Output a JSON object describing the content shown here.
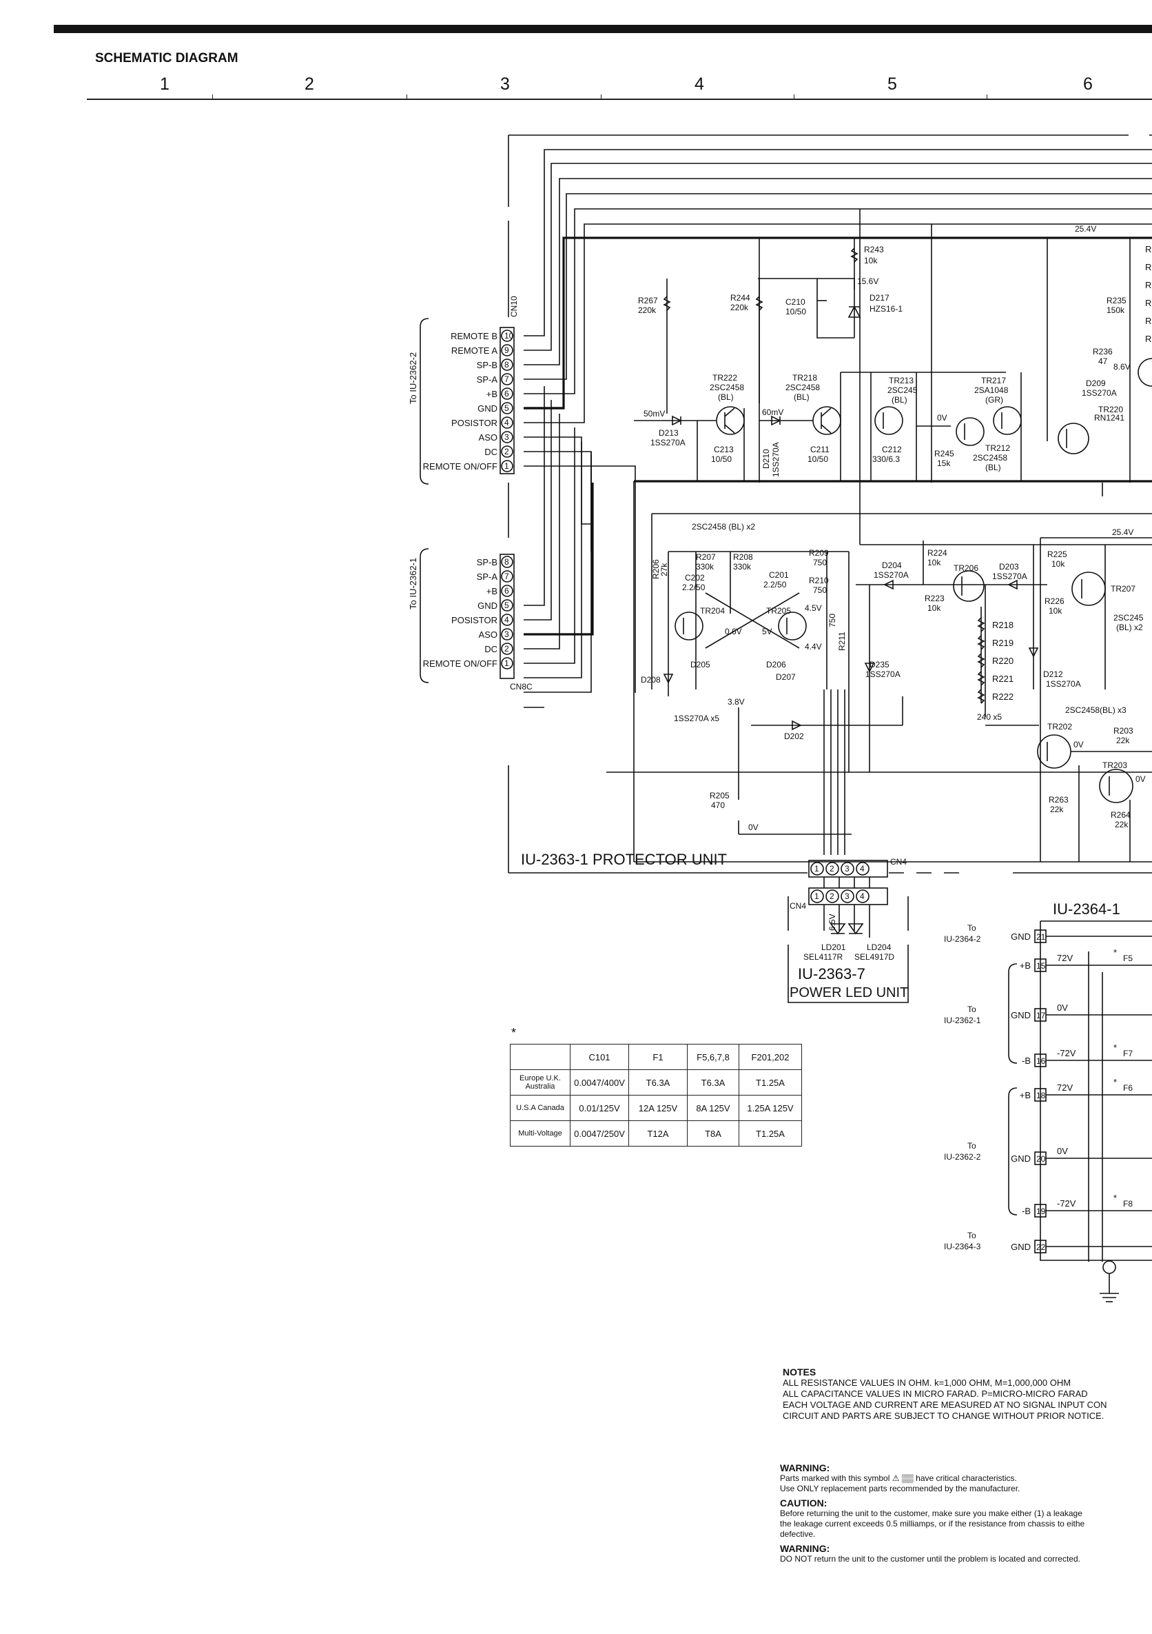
{
  "page": {
    "title": "SCHEMATIC DIAGRAM",
    "columns": [
      "1",
      "2",
      "3",
      "4",
      "5",
      "6"
    ]
  },
  "units": {
    "protector": "IU-2363-1  PROTECTOR UNIT",
    "power_led_id": "IU-2363-7",
    "power_led_name": "POWER LED UNIT",
    "power_supply": "IU-2364-1"
  },
  "connectors": {
    "cn10": "CN10",
    "cn8c": "CN8C",
    "cn4": "CN4",
    "to_2362_2": "To IU-2362-2",
    "to_2362_1": "To IU-2362-1",
    "cn10_pins": [
      {
        "n": "10",
        "label": "REMOTE B"
      },
      {
        "n": "9",
        "label": "REMOTE A"
      },
      {
        "n": "8",
        "label": "SP-B"
      },
      {
        "n": "7",
        "label": "SP-A"
      },
      {
        "n": "6",
        "label": "+B"
      },
      {
        "n": "5",
        "label": "GND"
      },
      {
        "n": "4",
        "label": "POSISTOR"
      },
      {
        "n": "3",
        "label": "ASO"
      },
      {
        "n": "2",
        "label": "DC"
      },
      {
        "n": "1",
        "label": "REMOTE ON/OFF"
      }
    ],
    "cn8c_pins": [
      {
        "n": "8",
        "label": "SP-B"
      },
      {
        "n": "7",
        "label": "SP-A"
      },
      {
        "n": "6",
        "label": "+B"
      },
      {
        "n": "5",
        "label": "GND"
      },
      {
        "n": "4",
        "label": "POSISTOR"
      },
      {
        "n": "3",
        "label": "ASO"
      },
      {
        "n": "2",
        "label": "DC"
      },
      {
        "n": "1",
        "label": "REMOTE ON/OFF"
      }
    ],
    "cn4_pins": [
      "1",
      "2",
      "3",
      "4"
    ]
  },
  "parts": {
    "r243": "R243",
    "r243v": "10k",
    "v156": "15.6V",
    "d217": "D217",
    "d217v": "HZS16-1",
    "r267": "R267",
    "r267v": "220k",
    "r244": "R244",
    "r244v": "220k",
    "c210": "C210",
    "c210v": "10/50",
    "tr222": "TR222",
    "tr222t": "2SC2458",
    "tr222g": "(BL)",
    "tr218": "TR218",
    "tr218t": "2SC2458",
    "tr218g": "(BL)",
    "tr213": "TR213",
    "tr213t": "2SC245",
    "tr213g": "(BL)",
    "tr217": "TR217",
    "tr217t": "2SA1048",
    "tr217g": "(GR)",
    "v50mv": "50mV",
    "v60mv": "60mV",
    "d213": "D213",
    "d213t": "1SS270A",
    "c213": "C213",
    "c213v": "10/50",
    "d210": "D210",
    "d210t": "1SS270A",
    "c211": "C211",
    "c211v": "10/50",
    "c212": "C212",
    "c212v": "330/6.3",
    "r245": "R245",
    "r245v": "15k",
    "v0a": "0V",
    "tr212": "TR212",
    "tr212t": "2SC2458",
    "tr212g": "(BL)",
    "v254a": "25.4V",
    "r235": "R235",
    "r235v": "150k",
    "r236": "R236",
    "r236v": "47",
    "v86": "8.6V",
    "d209": "D209",
    "d209t": "1SS270A",
    "tr220": "TR220",
    "tr220t": "RN1241",
    "r_col": [
      "R",
      "R",
      "R",
      "R",
      "R",
      "R"
    ],
    "mult_a": "2SC2458 (BL) x2",
    "r206": "R206",
    "r206v": "27k",
    "r207": "R207",
    "r207v": "330k",
    "r208": "R208",
    "r208v": "330k",
    "r209": "R209",
    "r209v": "750",
    "c202": "C202",
    "c202v": "2.2/50",
    "c201": "C201",
    "c201v": "2.2/50",
    "r210": "R210",
    "r210v": "750",
    "r211": "R211",
    "r211v": "750",
    "tr204": "TR204",
    "tr205": "TR205",
    "v06": "0.6V",
    "v5": "5V",
    "v45": "4.5V",
    "v44": "4.4V",
    "d205": "D205",
    "d206": "D206",
    "d207": "D207",
    "d208": "D208",
    "mult_b": "1SS270A x5",
    "v38": "3.8V",
    "d202": "D202",
    "r205": "R205",
    "r205v": "470",
    "v0b": "0V",
    "d204": "D204",
    "d204t": "1SS270A",
    "r224": "R224",
    "r224v": "10k",
    "tr206": "TR206",
    "r223": "R223",
    "r223v": "10k",
    "d203": "D203",
    "d203t": "1SS270A",
    "d235": "D235",
    "d235t": "1SS270A",
    "r225": "R225",
    "r225v": "10k",
    "r226": "R226",
    "r226v": "10k",
    "r218": "R218",
    "r219": "R219",
    "r220": "R220",
    "r221": "R221",
    "r222": "R222",
    "mult_c": "240 x5",
    "d212": "D212",
    "d212t": "1SS270A",
    "tr207": "TR207",
    "tr207t": "2SC245",
    "tr207g": "(BL) x2",
    "v254b": "25.4V",
    "mult_d": "2SC2458(BL) x3",
    "tr202": "TR202",
    "v0c": "0V",
    "r203": "R203",
    "r203v": "22k",
    "tr203": "TR203",
    "v0d": "0V",
    "r263": "R263",
    "r263v": "22k",
    "r264": "R264",
    "r264v": "22k",
    "v65": "6.5V",
    "ld201": "LD201",
    "ld201t": "SEL4117R",
    "ld204": "LD204",
    "ld204t": "SEL4917D"
  },
  "power": {
    "to_2364_2": [
      "To",
      "IU-2364-2"
    ],
    "to_2362_1b": [
      "To",
      "IU-2362-1"
    ],
    "to_2362_2b": [
      "To",
      "IU-2362-2"
    ],
    "to_2364_3": [
      "To",
      "IU-2364-3"
    ],
    "pins": [
      {
        "label": "GND",
        "n": "21",
        "v": ""
      },
      {
        "label": "+B",
        "n": "15",
        "v": "72V",
        "fuse": "F5"
      },
      {
        "label": "GND",
        "n": "17",
        "v": "0V"
      },
      {
        "label": "-B",
        "n": "16",
        "v": "-72V",
        "fuse": "F7"
      },
      {
        "label": "+B",
        "n": "18",
        "v": "72V",
        "fuse": "F6"
      },
      {
        "label": "GND",
        "n": "20",
        "v": "0V"
      },
      {
        "label": "-B",
        "n": "19",
        "v": "-72V",
        "fuse": "F8"
      },
      {
        "label": "GND",
        "n": "22",
        "v": ""
      }
    ],
    "star": "*"
  },
  "fuse_table": {
    "star": "*",
    "headers": [
      "",
      "C101",
      "F1",
      "F5,6,7,8",
      "F201,202"
    ],
    "rows": [
      {
        "region": "Europe U.K. Australia",
        "cells": [
          "0.0047/400V",
          "T6.3A",
          "T6.3A",
          "T1.25A"
        ]
      },
      {
        "region": "U.S.A Canada",
        "cells": [
          "0.01/125V",
          "12A 125V",
          "8A 125V",
          "1.25A 125V"
        ]
      },
      {
        "region": "Multi-Voltage",
        "cells": [
          "0.0047/250V",
          "T12A",
          "T8A",
          "T1.25A"
        ]
      }
    ]
  },
  "notes": {
    "title": "NOTES",
    "lines": [
      "ALL RESISTANCE VALUES IN OHM. k=1,000 OHM, M=1,000,000 OHM",
      "ALL CAPACITANCE VALUES IN MICRO FARAD. P=MICRO-MICRO FARAD",
      "EACH VOLTAGE AND CURRENT ARE MEASURED AT NO SIGNAL INPUT CON",
      "CIRCUIT AND PARTS ARE SUBJECT TO CHANGE WITHOUT PRIOR NOTICE."
    ]
  },
  "warnings": {
    "w1_title": "WARNING:",
    "w1_lines": [
      "Parts marked with this symbol ⚠ ▒▒ have critical characteristics.",
      "Use ONLY replacement parts recommended by the manufacturer."
    ],
    "caution_title": "CAUTION:",
    "caution_lines": [
      "Before returning the unit to the customer, make sure you make either (1) a leakage",
      "the leakage current exceeds 0.5 milliamps, or if the resistance from chassis to eithe",
      "defective."
    ],
    "w2_title": "WARNING:",
    "w2_lines": [
      "DO NOT return the unit to the customer until the problem is located and corrected."
    ]
  }
}
